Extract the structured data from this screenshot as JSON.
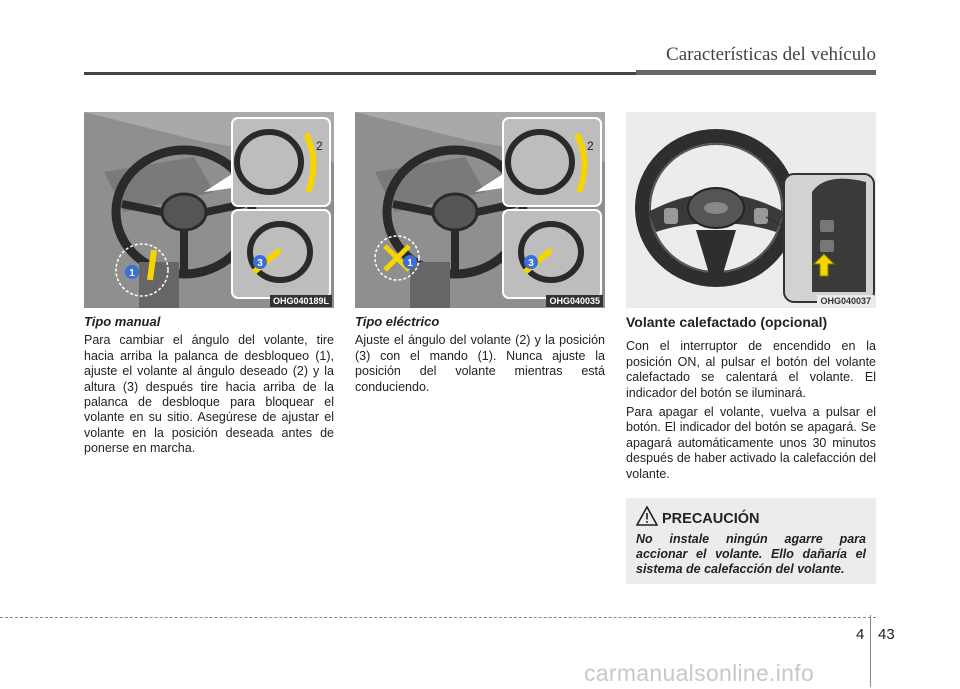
{
  "header": {
    "title": "Características del vehículo"
  },
  "figures": [
    {
      "code": "OHG040189L",
      "labels": [
        "1",
        "2",
        "3"
      ]
    },
    {
      "code": "OHG040035",
      "labels": [
        "1",
        "2",
        "3"
      ]
    },
    {
      "code": "OHG040037"
    }
  ],
  "manual": {
    "subtitle": "Tipo manual",
    "text": "Para cambiar el ángulo del volante, tire hacia arriba la palanca de desbloqueo (1), ajuste el volante al ángulo deseado (2) y la altura (3) después tire hacia arriba de la palanca de desbloque para bloquear el volante en su sitio. Asegúrese de ajustar el volante en la posición deseada antes de ponerse en marcha."
  },
  "electric": {
    "subtitle": "Tipo eléctrico",
    "text": "Ajuste el ángulo del volante (2) y la posición (3) con el mando (1). Nunca ajuste la posición del volante mientras está conduciendo."
  },
  "heated": {
    "title": "Volante calefactado (opcional)",
    "para1": "Con el interruptor de encendido en la posición ON, al pulsar el botón del volante calefactado se calentará el volante. El indicador del botón se iluminará.",
    "para2": "Para apagar el volante, vuelva a pulsar el botón. El indicador del botón se apagará. Se apagará automáticamente unos 30 minutos después de haber activado la calefacción del volante."
  },
  "caution": {
    "title": "PRECAUCIÓN",
    "text": "No instale ningún agarre para accionar el volante. Ello dañaría el sistema de calefacción del volante."
  },
  "footer": {
    "section": "4",
    "page": "43",
    "watermark": "carmanualsonline.info"
  }
}
